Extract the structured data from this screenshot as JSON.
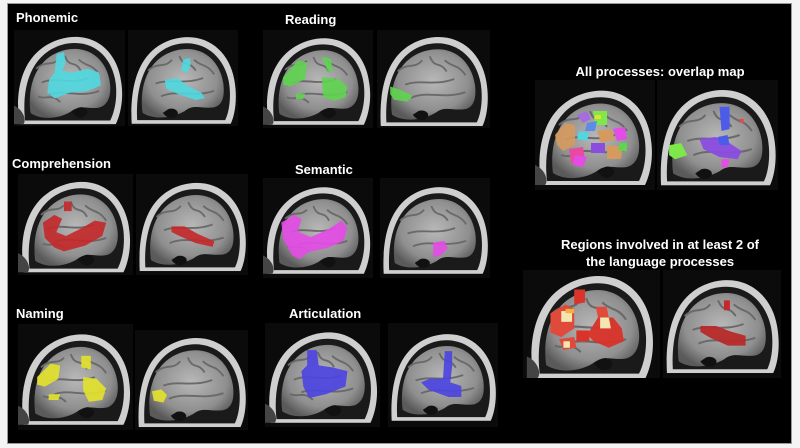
{
  "figure": {
    "panels": [
      {
        "id": "phonemic",
        "title": "Phonemic",
        "color": "#4fd8df"
      },
      {
        "id": "reading",
        "title": "Reading",
        "color": "#5ed44f"
      },
      {
        "id": "comprehension",
        "title": "Comprehension",
        "color": "#c4282a"
      },
      {
        "id": "semantic",
        "title": "Semantic",
        "color": "#e44ce6"
      },
      {
        "id": "naming",
        "title": "Naming",
        "color": "#e3e12c"
      },
      {
        "id": "articulation",
        "title": "Articulation",
        "color": "#4d44e0"
      },
      {
        "id": "overlap",
        "title": "All processes: overlap map",
        "color": "multicolor"
      },
      {
        "id": "regions2",
        "title_line1": "Regions involved in at least 2 of",
        "title_line2": "the language processes",
        "color": "#d9332a"
      }
    ],
    "colors": {
      "background": "#000000",
      "border": "#9a9a9a",
      "brain_gray": "#a8a8a8",
      "phonemic": "#4fd8df",
      "reading": "#5ed44f",
      "comprehension": "#c4282a",
      "semantic": "#e44ce6",
      "naming": "#e3e12c",
      "articulation": "#4d44e0",
      "regions_high": "#f3e6b0"
    }
  }
}
